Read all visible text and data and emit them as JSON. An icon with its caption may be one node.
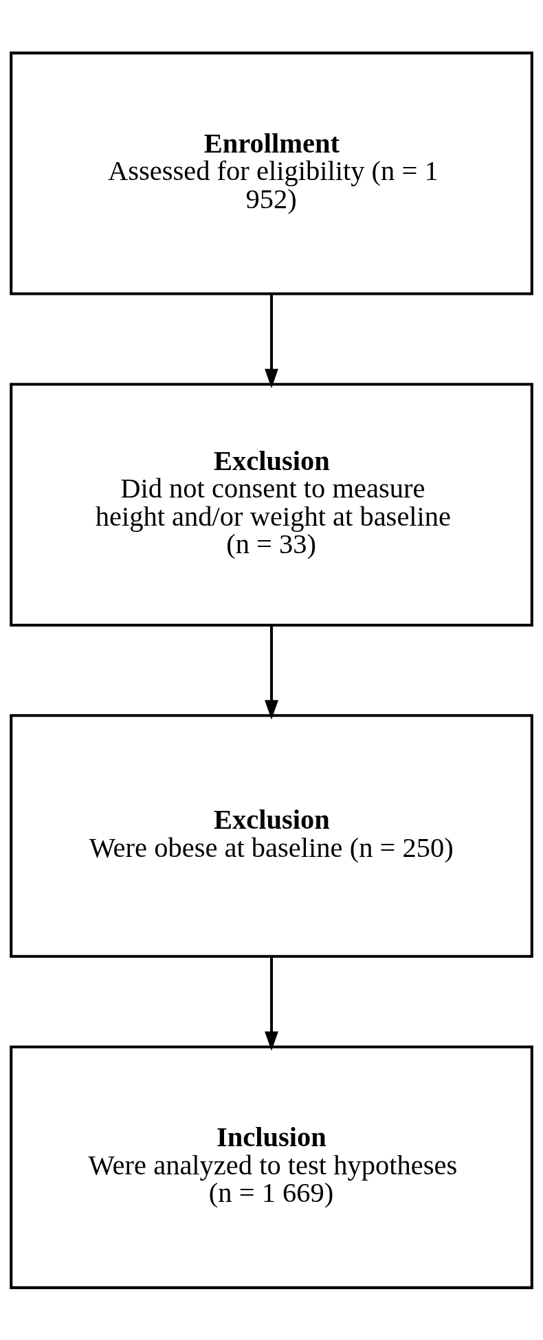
{
  "diagram": {
    "nodes": [
      {
        "text": [
          "Enrollment",
          "Assessed for eligibility (n = 1 952)"
        ]
      },
      {
        "text": [
          "Exclusion",
          "Did not consent to measure height and/or weight at baseline (n = 33)"
        ]
      },
      {
        "text": [
          "Exclusion",
          "Were obese at baseline (n = 250)"
        ]
      },
      {
        "text": [
          "Inclusion",
          "Were analyzed to test hypotheses (n = 1 669)"
        ]
      }
    ],
    "edges": [
      {
        "from": 0,
        "to": 1,
        "arrow": "to"
      },
      {
        "from": 1,
        "to": 2,
        "arrow": "to"
      },
      {
        "from": 2,
        "to": 3,
        "arrow": "to"
      }
    ]
  }
}
